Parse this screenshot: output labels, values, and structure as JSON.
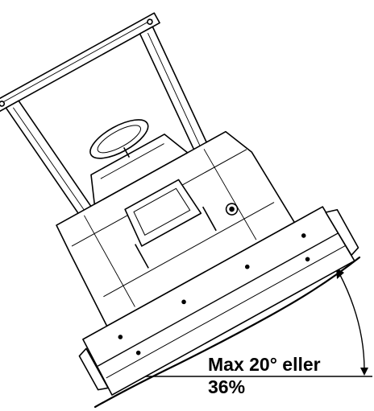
{
  "slope_label": {
    "line1": "Max 20° eller",
    "line2": "36%"
  },
  "max_slope": {
    "degrees": 20,
    "percent": 36
  },
  "colors": {
    "ink": "#000000",
    "paper": "#ffffff"
  }
}
